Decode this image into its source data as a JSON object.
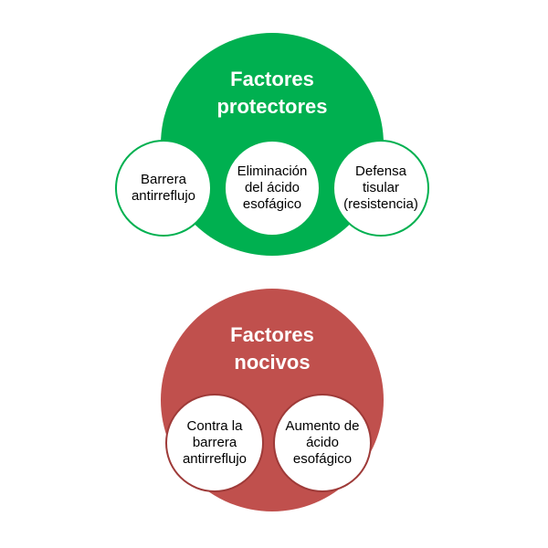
{
  "protective": {
    "title_line1": "Factores",
    "title_line2": "protectores",
    "color": "#00B050",
    "items": [
      {
        "line1": "Barrera",
        "line2": "antirreflujo"
      },
      {
        "line1": "Eliminación",
        "line2": "del ácido",
        "line3": "esofágico"
      },
      {
        "line1": "Defensa",
        "line2": "tisular",
        "line3": "(resistencia)"
      }
    ]
  },
  "harmful": {
    "title_line1": "Factores",
    "title_line2": "nocivos",
    "color": "#C0504D",
    "items": [
      {
        "line1": "Contra la",
        "line2": "barrera",
        "line3": "antirreflujo"
      },
      {
        "line1": "Aumento de",
        "line2": "ácido",
        "line3": "esofágico"
      }
    ]
  }
}
